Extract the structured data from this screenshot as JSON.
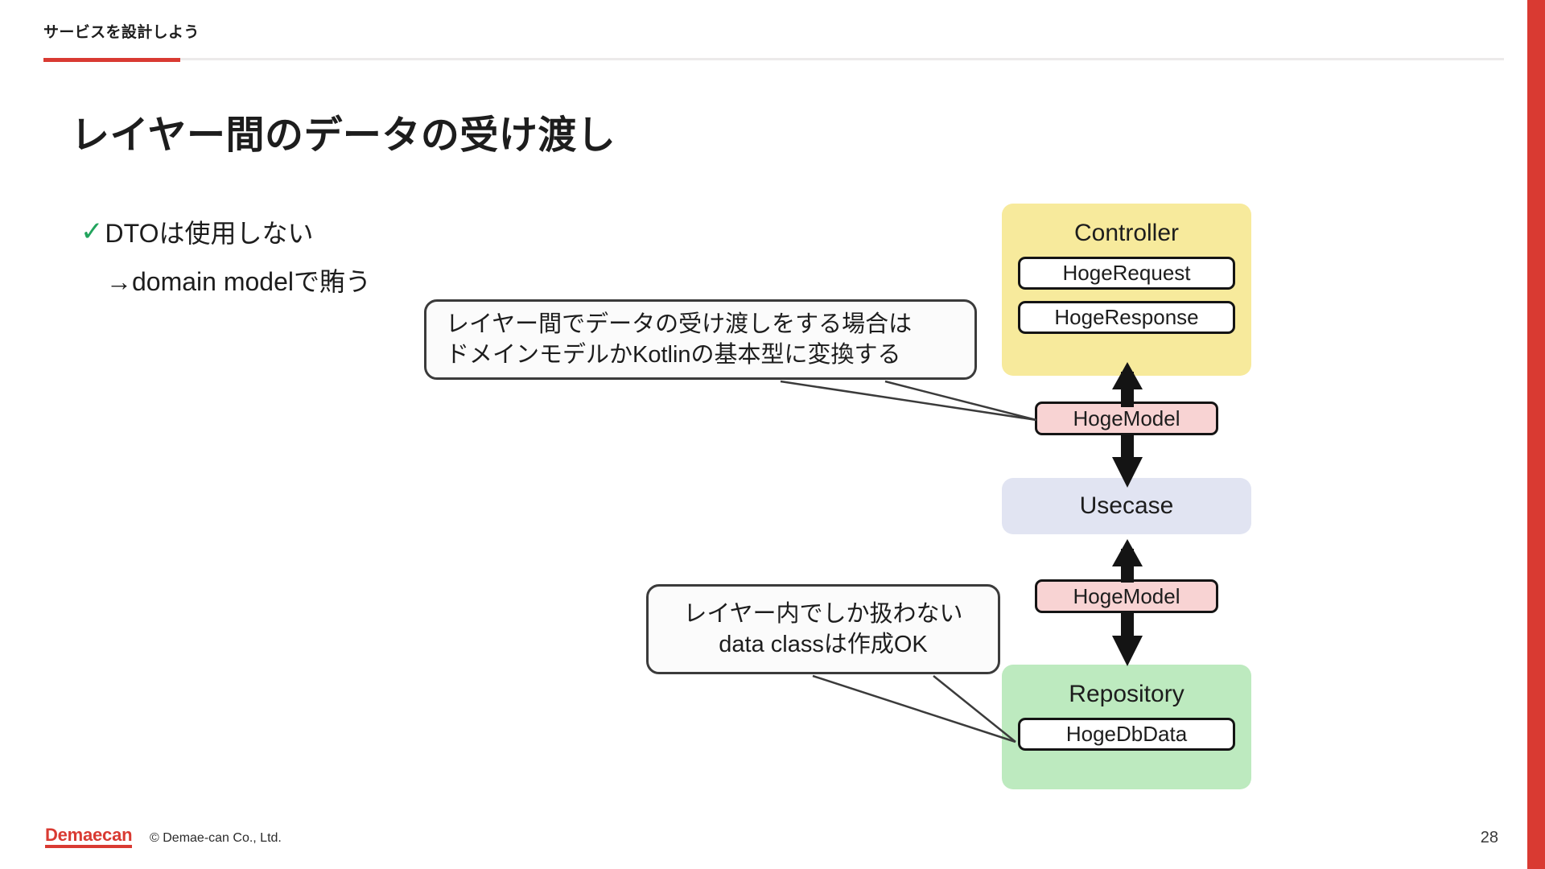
{
  "header": {
    "section_label": "サービスを設計しよう",
    "accent_color": "#d93a32",
    "rule_color": "#eceaea"
  },
  "title": "レイヤー間のデータの受け渡し",
  "bullets": [
    {
      "check_icon": "✓",
      "text": "DTOは使用しない"
    },
    {
      "text": "→domain modelで賄う"
    }
  ],
  "callouts": [
    {
      "name": "cross-layer-conversion-note",
      "line1": "レイヤー間でデータの受け渡しをする場合は",
      "line2": "ドメインモデルかKotlinの基本型に変換する"
    },
    {
      "name": "intra-layer-dataclass-note",
      "line1": "レイヤー内でしか扱わない",
      "line2": "data classは作成OK"
    }
  ],
  "architecture": {
    "layers": [
      {
        "name": "controller",
        "title": "Controller",
        "color": "#f7ea9c",
        "items": [
          "HogeRequest",
          "HogeResponse"
        ]
      },
      {
        "name": "usecase",
        "title": "Usecase",
        "color": "#e1e4f2",
        "items": []
      },
      {
        "name": "repository",
        "title": "Repository",
        "color": "#bdeabf",
        "items": [
          "HogeDbData"
        ]
      }
    ],
    "transfer_models": [
      {
        "name": "controller-usecase-model",
        "label": "HogeModel",
        "color": "#f8d3d3"
      },
      {
        "name": "usecase-repository-model",
        "label": "HogeModel",
        "color": "#f8d3d3"
      }
    ]
  },
  "footer": {
    "logo": "Demaecan",
    "copyright": "© Demae-can Co., Ltd.",
    "page_number": "28"
  }
}
